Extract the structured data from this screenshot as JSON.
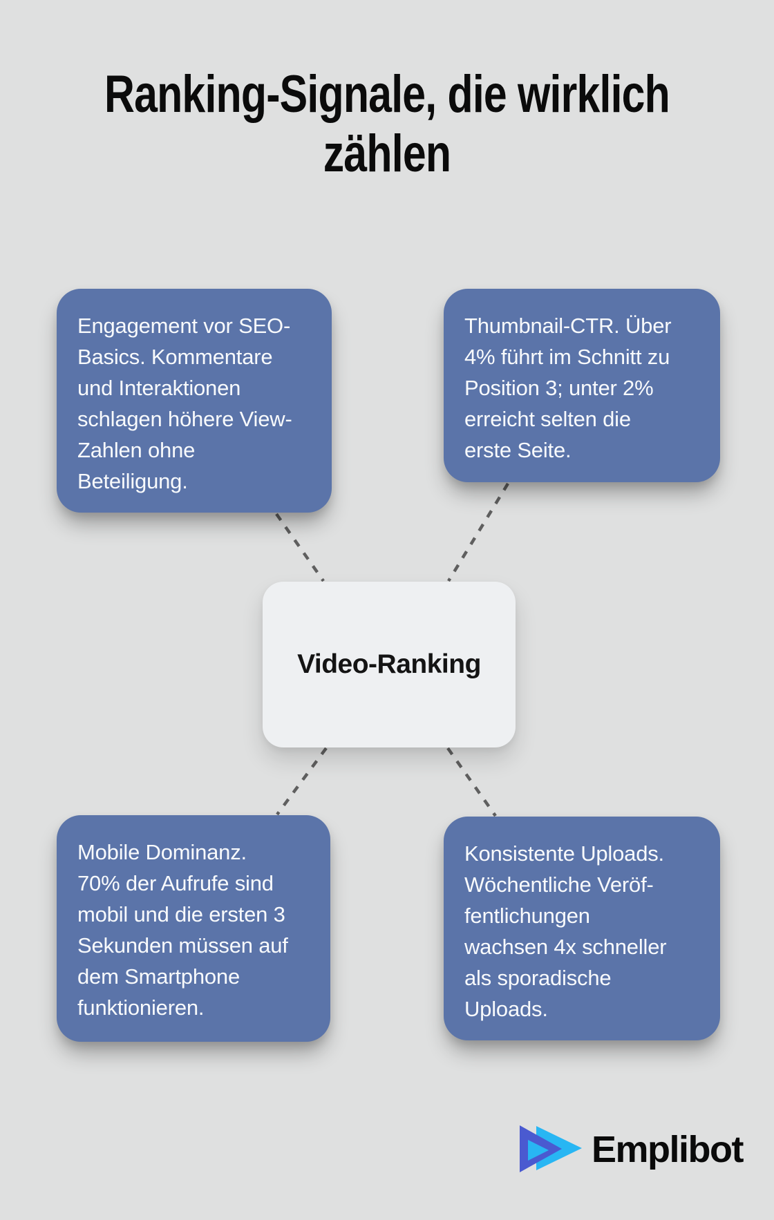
{
  "title": {
    "lines": [
      "Ranking-Signale, die wirklich",
      "zählen"
    ]
  },
  "center_node": {
    "label": "Video-Ranking"
  },
  "nodes": {
    "top_left": {
      "topic": "Engagement",
      "lines": [
        "Engagement vor SEO-",
        "Basics. Kommentare",
        "und Interaktionen",
        "schlagen höhere View-",
        "Zahlen ohne",
        "Beteiligung."
      ]
    },
    "top_right": {
      "topic": "Thumbnail-CTR",
      "lines": [
        "Thumbnail-CTR. Über",
        "4% führt im Schnitt zu",
        "Position 3; unter 2%",
        "erreicht selten die",
        "erste Seite."
      ]
    },
    "bottom_left": {
      "topic": "Mobile Dominanz",
      "lines": [
        "Mobile Dominanz.",
        "70% der Aufrufe sind",
        "mobil und die ersten 3",
        "Sekunden müssen auf",
        "dem Smartphone",
        "funktionieren."
      ]
    },
    "bottom_right": {
      "topic": "Konsistente Uploads",
      "lines": [
        "Konsistente Uploads.",
        "Wöchentliche Veröf-",
        "fentlichungen",
        "wachsen 4x schneller",
        "als sporadische",
        "Uploads."
      ]
    }
  },
  "footer": {
    "brand": "Emplibot",
    "icon": "emplibot-play-triangles-icon"
  },
  "colors": {
    "background": "#dfe0e0",
    "node_bg": "#5b74a9",
    "node_text": "#f8fafc",
    "center_bg": "#eef0f2",
    "center_text": "#141414",
    "title_text": "#0b0b0b",
    "connector": "#5f5f5f",
    "logo_indigo": "#4a5ad0",
    "logo_cyan": "#28b6f3",
    "brand_text": "#0a0a0a"
  }
}
